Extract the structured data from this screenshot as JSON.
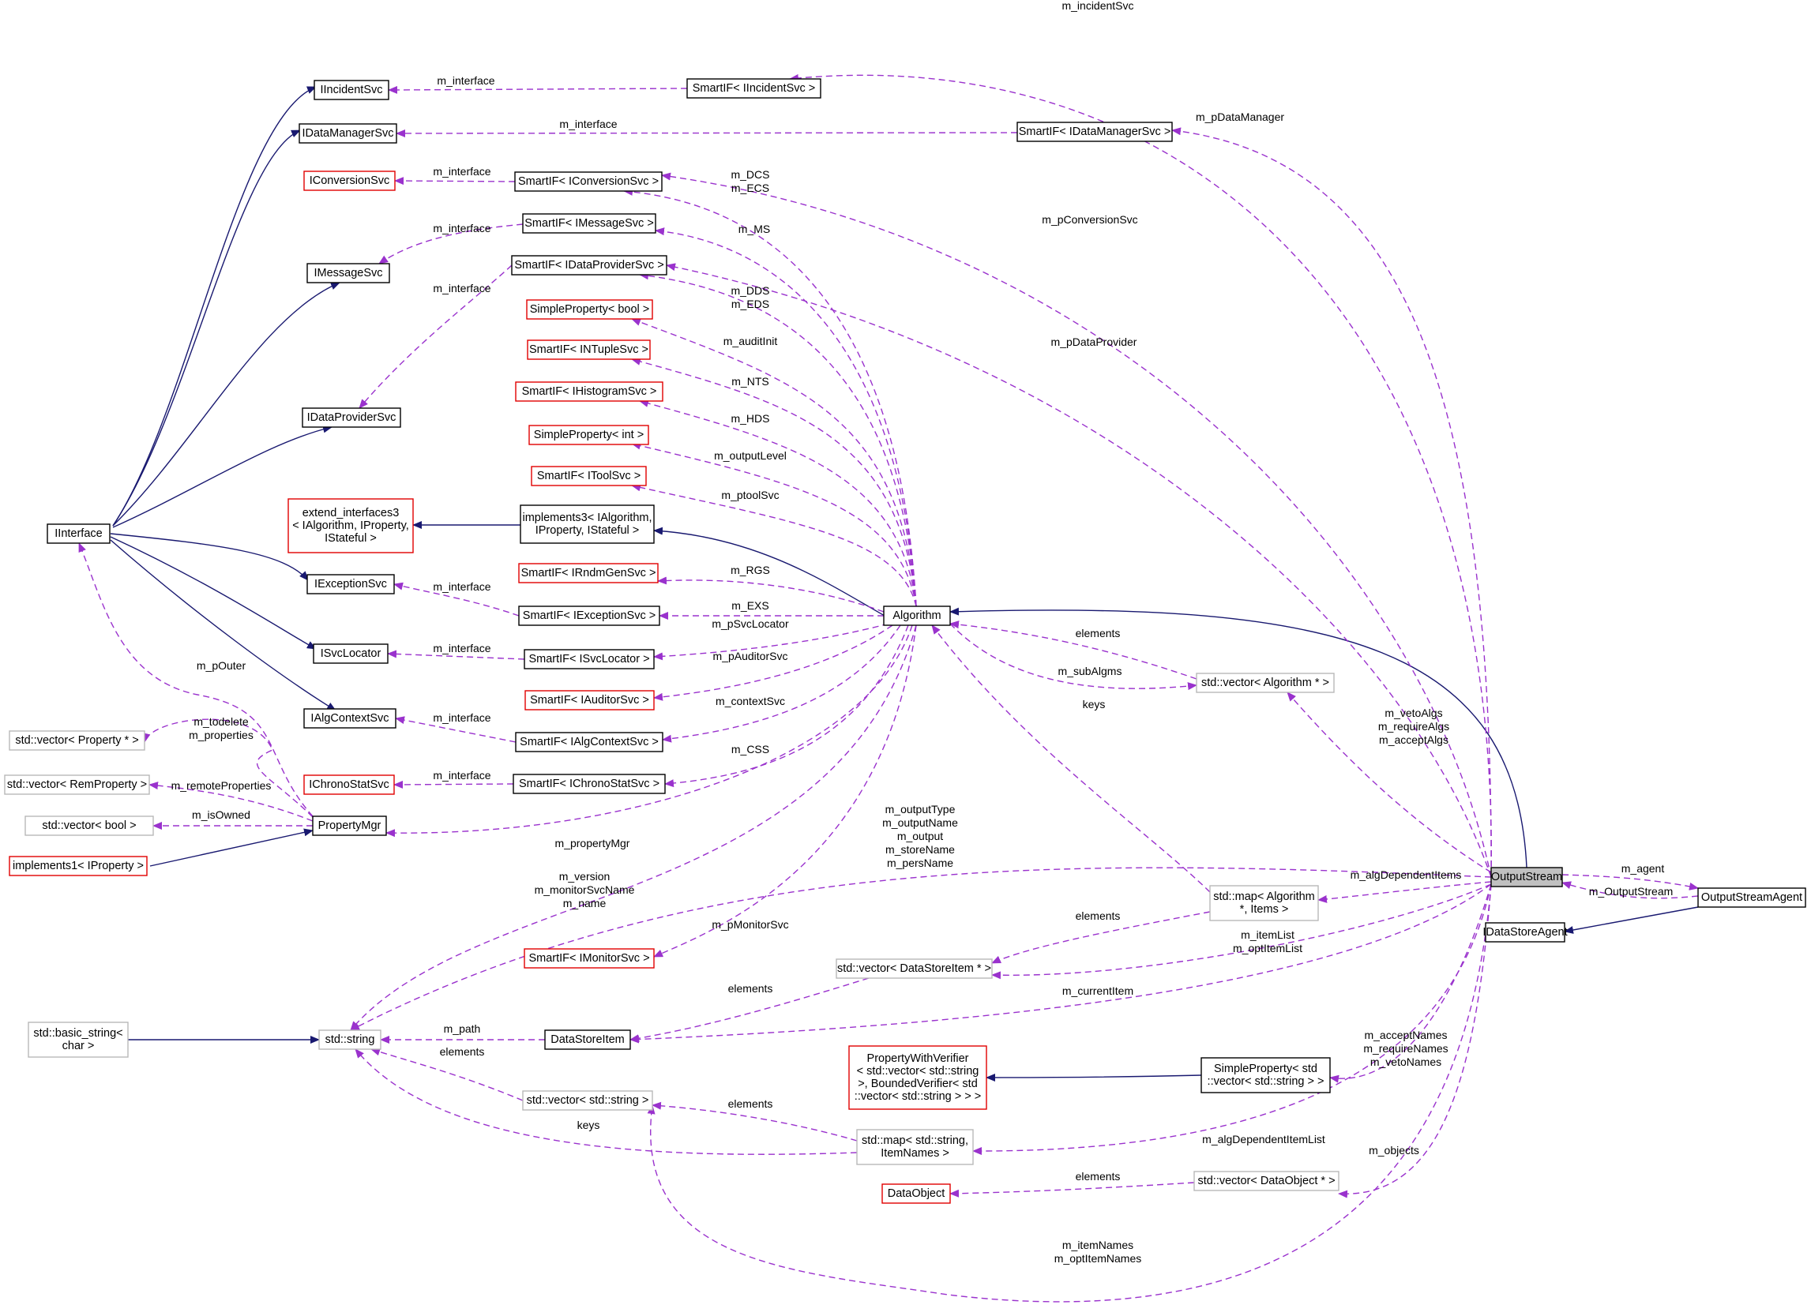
{
  "diagram": {
    "nodes": [
      {
        "id": "IIncidentSvc",
        "lines": [
          "IIncidentSvc"
        ],
        "style": "normal"
      },
      {
        "id": "IDataManagerSvc",
        "lines": [
          "IDataManagerSvc"
        ],
        "style": "normal"
      },
      {
        "id": "IConversionSvc",
        "lines": [
          "IConversionSvc"
        ],
        "style": "red"
      },
      {
        "id": "IMessageSvc",
        "lines": [
          "IMessageSvc"
        ],
        "style": "normal"
      },
      {
        "id": "IDataProviderSvc",
        "lines": [
          "IDataProviderSvc"
        ],
        "style": "normal"
      },
      {
        "id": "extend_interfaces3",
        "lines": [
          "extend_interfaces3",
          "< IAlgorithm, IProperty,",
          "IStateful >"
        ],
        "style": "red"
      },
      {
        "id": "IInterface",
        "lines": [
          "IInterface"
        ],
        "style": "normal"
      },
      {
        "id": "IExceptionSvc",
        "lines": [
          "IExceptionSvc"
        ],
        "style": "normal"
      },
      {
        "id": "ISvcLocator",
        "lines": [
          "ISvcLocator"
        ],
        "style": "normal"
      },
      {
        "id": "IAlgContextSvc",
        "lines": [
          "IAlgContextSvc"
        ],
        "style": "normal"
      },
      {
        "id": "IChronoStatSvc",
        "lines": [
          "IChronoStatSvc"
        ],
        "style": "red"
      },
      {
        "id": "vecProperty",
        "lines": [
          "std::vector< Property * >"
        ],
        "style": "grey"
      },
      {
        "id": "vecRemProperty",
        "lines": [
          "std::vector< RemProperty >"
        ],
        "style": "grey"
      },
      {
        "id": "vecBool",
        "lines": [
          "std::vector< bool >"
        ],
        "style": "grey"
      },
      {
        "id": "implements1",
        "lines": [
          "implements1< IProperty >"
        ],
        "style": "red"
      },
      {
        "id": "PropertyMgr",
        "lines": [
          "PropertyMgr"
        ],
        "style": "normal"
      },
      {
        "id": "basic_string",
        "lines": [
          "std::basic_string<",
          "char >"
        ],
        "style": "grey"
      },
      {
        "id": "string",
        "lines": [
          "std::string"
        ],
        "style": "grey"
      },
      {
        "id": "SmartIncident",
        "lines": [
          "SmartIF< IIncidentSvc >"
        ],
        "style": "normal"
      },
      {
        "id": "SmartDataManager",
        "lines": [
          "SmartIF< IDataManagerSvc >"
        ],
        "style": "normal"
      },
      {
        "id": "SmartConversion",
        "lines": [
          "SmartIF< IConversionSvc >"
        ],
        "style": "normal"
      },
      {
        "id": "SmartMessage",
        "lines": [
          "SmartIF< IMessageSvc >"
        ],
        "style": "normal"
      },
      {
        "id": "SmartDataProvider",
        "lines": [
          "SmartIF< IDataProviderSvc >"
        ],
        "style": "normal"
      },
      {
        "id": "SimpleBool",
        "lines": [
          "SimpleProperty< bool >"
        ],
        "style": "red"
      },
      {
        "id": "SmartNTuple",
        "lines": [
          "SmartIF< INTupleSvc >"
        ],
        "style": "red"
      },
      {
        "id": "SmartHistogram",
        "lines": [
          "SmartIF< IHistogramSvc >"
        ],
        "style": "red"
      },
      {
        "id": "SimpleInt",
        "lines": [
          "SimpleProperty< int >"
        ],
        "style": "red"
      },
      {
        "id": "SmartTool",
        "lines": [
          "SmartIF< IToolSvc >"
        ],
        "style": "red"
      },
      {
        "id": "implements3",
        "lines": [
          "implements3< IAlgorithm,",
          "IProperty, IStateful >"
        ],
        "style": "normal"
      },
      {
        "id": "SmartRndm",
        "lines": [
          "SmartIF< IRndmGenSvc >"
        ],
        "style": "red"
      },
      {
        "id": "SmartException",
        "lines": [
          "SmartIF< IExceptionSvc >"
        ],
        "style": "normal"
      },
      {
        "id": "SmartSvcLocator",
        "lines": [
          "SmartIF< ISvcLocator >"
        ],
        "style": "normal"
      },
      {
        "id": "SmartAuditor",
        "lines": [
          "SmartIF< IAuditorSvc >"
        ],
        "style": "red"
      },
      {
        "id": "SmartAlgContext",
        "lines": [
          "SmartIF< IAlgContextSvc >"
        ],
        "style": "normal"
      },
      {
        "id": "SmartChrono",
        "lines": [
          "SmartIF< IChronoStatSvc >"
        ],
        "style": "normal"
      },
      {
        "id": "SmartMonitor",
        "lines": [
          "SmartIF< IMonitorSvc >"
        ],
        "style": "red"
      },
      {
        "id": "DataStoreItem",
        "lines": [
          "DataStoreItem"
        ],
        "style": "normal"
      },
      {
        "id": "vecString",
        "lines": [
          "std::vector< std::string >"
        ],
        "style": "grey"
      },
      {
        "id": "DataObject",
        "lines": [
          "DataObject"
        ],
        "style": "red"
      },
      {
        "id": "Algorithm",
        "lines": [
          "Algorithm"
        ],
        "style": "normal"
      },
      {
        "id": "vecAlgorithm",
        "lines": [
          "std::vector< Algorithm * >"
        ],
        "style": "grey"
      },
      {
        "id": "mapAlgItems",
        "lines": [
          "std::map< Algorithm",
          "*, Items >"
        ],
        "style": "grey"
      },
      {
        "id": "vecDataStoreItem",
        "lines": [
          "std::vector< DataStoreItem * >"
        ],
        "style": "grey"
      },
      {
        "id": "PropertyWithVerifier",
        "lines": [
          "PropertyWithVerifier",
          "< std::vector< std::string",
          ">, BoundedVerifier< std",
          "::vector< std::string > > >"
        ],
        "style": "red"
      },
      {
        "id": "SimpleVecString",
        "lines": [
          "SimpleProperty< std",
          "::vector< std::string > >"
        ],
        "style": "normal"
      },
      {
        "id": "mapStringItemNames",
        "lines": [
          "std::map< std::string,",
          "ItemNames >"
        ],
        "style": "grey"
      },
      {
        "id": "vecDataObject",
        "lines": [
          "std::vector< DataObject * >"
        ],
        "style": "grey"
      },
      {
        "id": "OutputStream",
        "lines": [
          "OutputStream"
        ],
        "style": "highlight"
      },
      {
        "id": "OutputStreamAgent",
        "lines": [
          "OutputStreamAgent"
        ],
        "style": "normal"
      },
      {
        "id": "IDataStoreAgent",
        "lines": [
          "IDataStoreAgent"
        ],
        "style": "normal"
      }
    ],
    "edge_labels": {
      "m_incidentSvc": [
        "m_incidentSvc"
      ],
      "m_interface_incident": [
        "m_interface"
      ],
      "m_interface_datamgr": [
        "m_interface"
      ],
      "m_pDataManager": [
        "m_pDataManager"
      ],
      "m_interface_conv": [
        "m_interface"
      ],
      "m_DCS_ECS": [
        "m_DCS",
        "m_ECS"
      ],
      "m_pConversionSvc": [
        "m_pConversionSvc"
      ],
      "m_interface_msg": [
        "m_interface"
      ],
      "m_MS": [
        "m_MS"
      ],
      "m_interface_dp": [
        "m_interface"
      ],
      "m_DDS_EDS": [
        "m_DDS",
        "m_EDS"
      ],
      "m_pDataProvider": [
        "m_pDataProvider"
      ],
      "m_auditInit": [
        "m_auditInit"
      ],
      "m_NTS": [
        "m_NTS"
      ],
      "m_HDS": [
        "m_HDS"
      ],
      "m_outputLevel": [
        "m_outputLevel"
      ],
      "m_ptoolSvc": [
        "m_ptoolSvc"
      ],
      "m_RGS": [
        "m_RGS"
      ],
      "m_EXS": [
        "m_EXS"
      ],
      "m_interface_exc": [
        "m_interface"
      ],
      "m_pSvcLocator": [
        "m_pSvcLocator"
      ],
      "m_interface_svcloc": [
        "m_interface"
      ],
      "elements_alg": [
        "elements"
      ],
      "m_pAuditorSvc": [
        "m_pAuditorSvc"
      ],
      "m_subAlgms": [
        "m_subAlgms"
      ],
      "m_pOuter": [
        "m_pOuter"
      ],
      "m_contextSvc": [
        "m_contextSvc"
      ],
      "keys_map": [
        "keys"
      ],
      "m_todelete": [
        "m_todelete",
        "m_properties"
      ],
      "m_interface_ctx": [
        "m_interface"
      ],
      "m_vetoAlgs": [
        "m_vetoAlgs",
        "m_requireAlgs",
        "m_acceptAlgs"
      ],
      "m_CSS": [
        "m_CSS"
      ],
      "m_interface_chrono": [
        "m_interface"
      ],
      "m_remoteProperties": [
        "m_remoteProperties"
      ],
      "m_isOwned": [
        "m_isOwned"
      ],
      "m_propertyMgr": [
        "m_propertyMgr"
      ],
      "m_outputType": [
        "m_outputType",
        "m_outputName",
        "m_output",
        "m_storeName",
        "m_persName"
      ],
      "m_agent": [
        "m_agent"
      ],
      "m_algDependentItems": [
        "m_algDependentItems"
      ],
      "m_OutputStream": [
        "m_OutputStream"
      ],
      "m_version": [
        "m_version",
        "m_monitorSvcName",
        "m_name"
      ],
      "elements_items": [
        "elements"
      ],
      "m_pMonitorSvc": [
        "m_pMonitorSvc"
      ],
      "m_itemList": [
        "m_itemList",
        "m_optItemList"
      ],
      "elements_dsi": [
        "elements"
      ],
      "m_currentItem": [
        "m_currentItem"
      ],
      "m_path": [
        "m_path"
      ],
      "elements_str": [
        "elements"
      ],
      "m_acceptNames": [
        "m_acceptNames",
        "m_requireNames",
        "m_vetoNames"
      ],
      "elements_names": [
        "elements"
      ],
      "keys_str": [
        "keys"
      ],
      "m_algDependentItemList": [
        "m_algDependentItemList"
      ],
      "m_objects": [
        "m_objects"
      ],
      "elements_obj": [
        "elements"
      ],
      "m_itemNames": [
        "m_itemNames",
        "m_optItemNames"
      ]
    }
  }
}
